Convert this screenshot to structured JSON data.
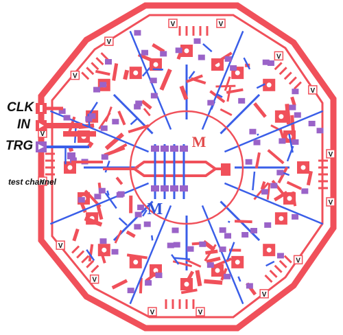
{
  "pins": {
    "clk": "CLK",
    "in": "IN",
    "trg": "TRG",
    "test_channel": "test channel"
  },
  "logos": {
    "upper": "M",
    "lower": "M"
  },
  "bias_label": "V",
  "colors": {
    "red_trace": "#f0505a",
    "blue_trace": "#3a5ee8",
    "purple_via": "#9a63c8",
    "logo_red": "#e24b4b",
    "logo_blue": "#2f53d8"
  }
}
